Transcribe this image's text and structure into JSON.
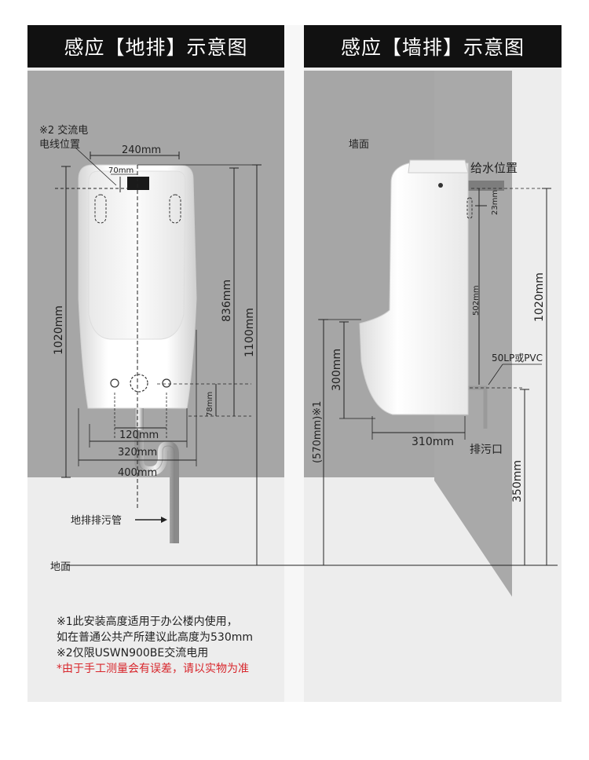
{
  "titles": {
    "left": "感应【地排】示意图",
    "right": "感应【墙排】示意图"
  },
  "left_diagram": {
    "wire_label_line1": "※2 交流电",
    "wire_label_line2": "电线位置",
    "dim_240": "240mm",
    "dim_70": "70mm",
    "dim_836": "836mm",
    "dim_1100": "1100mm",
    "dim_1020": "1020mm",
    "dim_78": "78mm",
    "dim_120": "120mm",
    "dim_320": "320mm",
    "dim_400": "400mm",
    "floor_drain_pipe": "地排排污管",
    "floor": "地面"
  },
  "right_diagram": {
    "wall": "墙面",
    "water_supply": "给水位置",
    "dim_23": "23mm",
    "dim_502": "502mm",
    "dim_1020": "1020mm",
    "pipe_type": "50LP或PVC",
    "dim_300": "300mm",
    "dim_310": "310mm",
    "drain_outlet": "排污口",
    "dim_570": "(570mm)※1",
    "dim_350": "350mm"
  },
  "notes": {
    "line1": "※1此安装高度适用于办公楼内使用，",
    "line2": "如在普通公共产所建议此高度为530mm",
    "line3": "※2仅限USWN900BE交流电用",
    "line4": "*由于手工测量会有误差，请以实物为准"
  },
  "colors": {
    "panel_bg": "#ededed",
    "wall_gray": "#a6a6a6",
    "title_bar": "#111111",
    "warning_red": "#d8262c"
  }
}
